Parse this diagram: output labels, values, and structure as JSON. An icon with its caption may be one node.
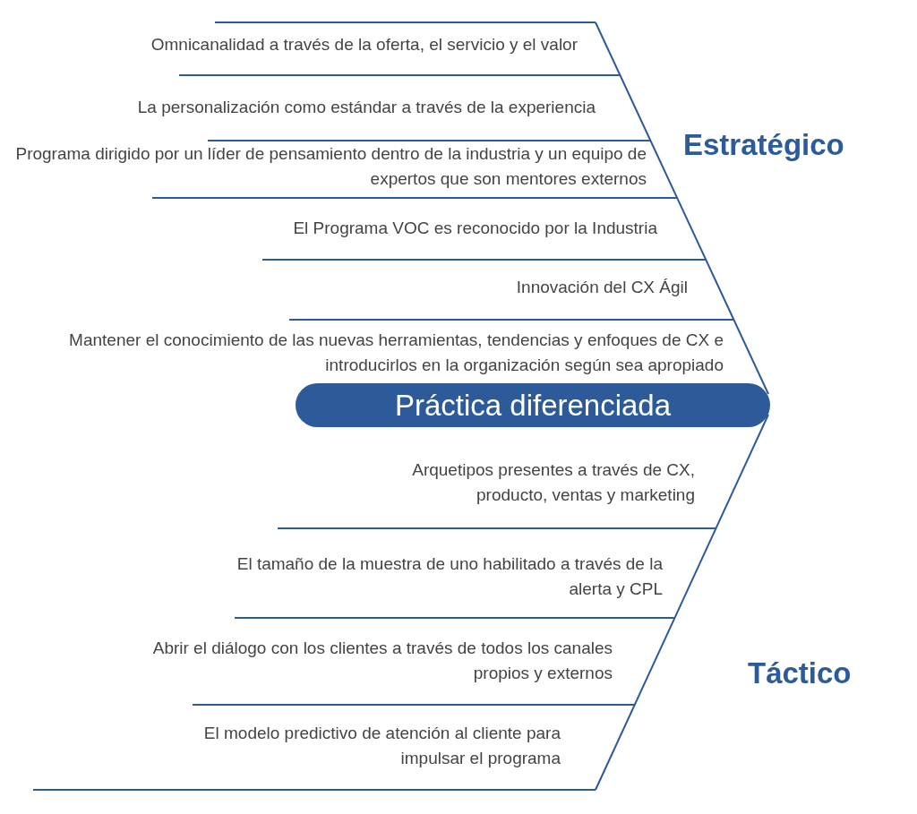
{
  "diagram": {
    "nodes": [
      {
        "text": [
          "Práctica diferenciada"
        ]
      }
    ],
    "labels": [
      "Omnicanalidad a través de la oferta, el servicio y el valor",
      "La personalización como estándar a través de la experiencia",
      "Estratégico",
      "Programa dirigido por un líder de pensamiento dentro de la industria y un equipo de expertos que son mentores externos",
      "El Programa VOC es reconocido por la Industria",
      "Innovación del CX Ágil",
      "Mantener el conocimiento de las nuevas herramientas, tendencias y enfoques de CX e introducirlos en la organización según sea apropiado",
      "Arquetipos presentes a través de CX, producto, ventas y marketing",
      "El tamaño de la muestra de uno habilitado a través de la alerta y CPL",
      "Abrir el diálogo con los clientes a través de todos los canales propios y externos",
      "Táctico",
      "El modelo predictivo de atención al cliente para impulsar el programa"
    ]
  }
}
